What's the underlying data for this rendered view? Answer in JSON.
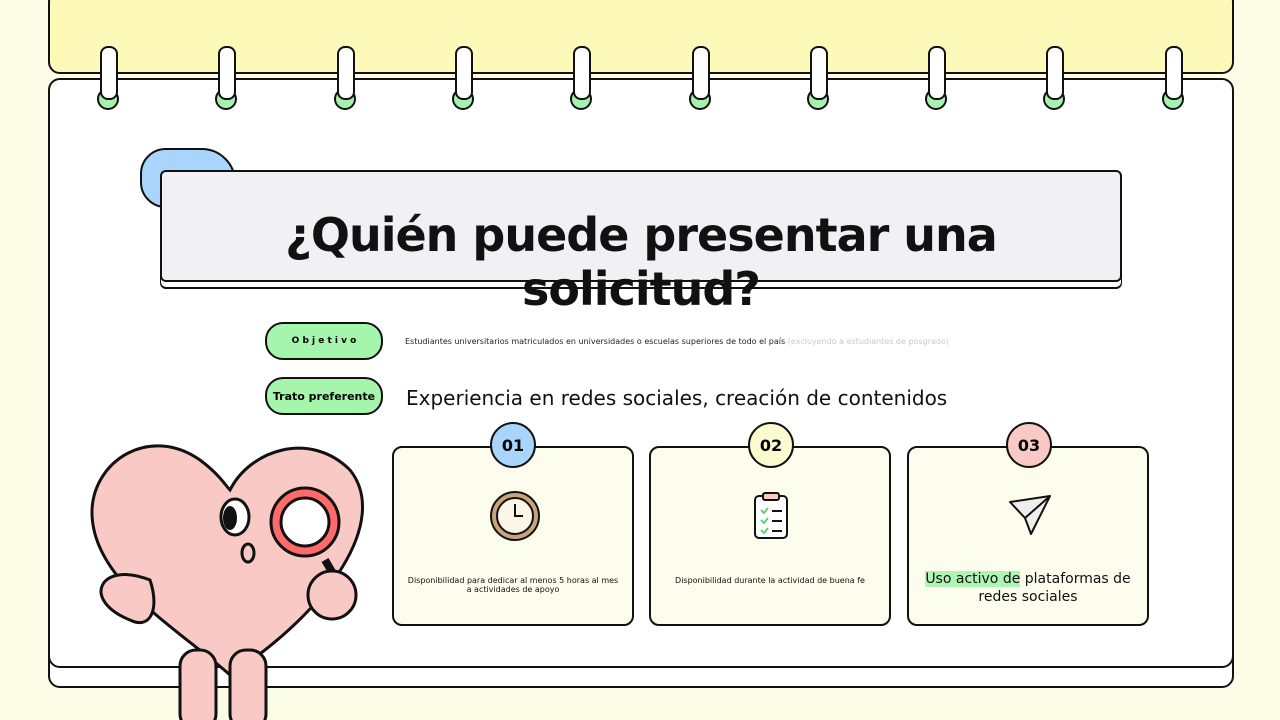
{
  "title": "¿Quién puede presentar una solicitud?",
  "rows": [
    {
      "label": "O b j e t i v o",
      "text": "Estudiantes universitarios matriculados en universidades o escuelas superiores de todo el país",
      "note": "(excluyendo a estudiantes de posgrado)"
    },
    {
      "label": "Trato preferente",
      "text": "Experiencia en redes sociales, creación de contenidos"
    }
  ],
  "cards": [
    {
      "number": "01",
      "icon": "clock-icon",
      "text": "Disponibilidad para dedicar al menos 5 horas al mes a actividades de apoyo",
      "color": "#a9d4fb"
    },
    {
      "number": "02",
      "icon": "clipboard-icon",
      "text": "Disponibilidad durante la actividad de buena fe",
      "color": "#fcfbd0"
    },
    {
      "number": "03",
      "icon": "paper-plane-icon",
      "text_hl": "Uso activo de",
      "text_rest": " plataformas de redes sociales",
      "color": "#f9c9c6"
    }
  ],
  "colors": {
    "accent_green": "#a6f5ac",
    "top_yellow": "#fdf9b8",
    "heart_pink": "#f9c9c6"
  }
}
